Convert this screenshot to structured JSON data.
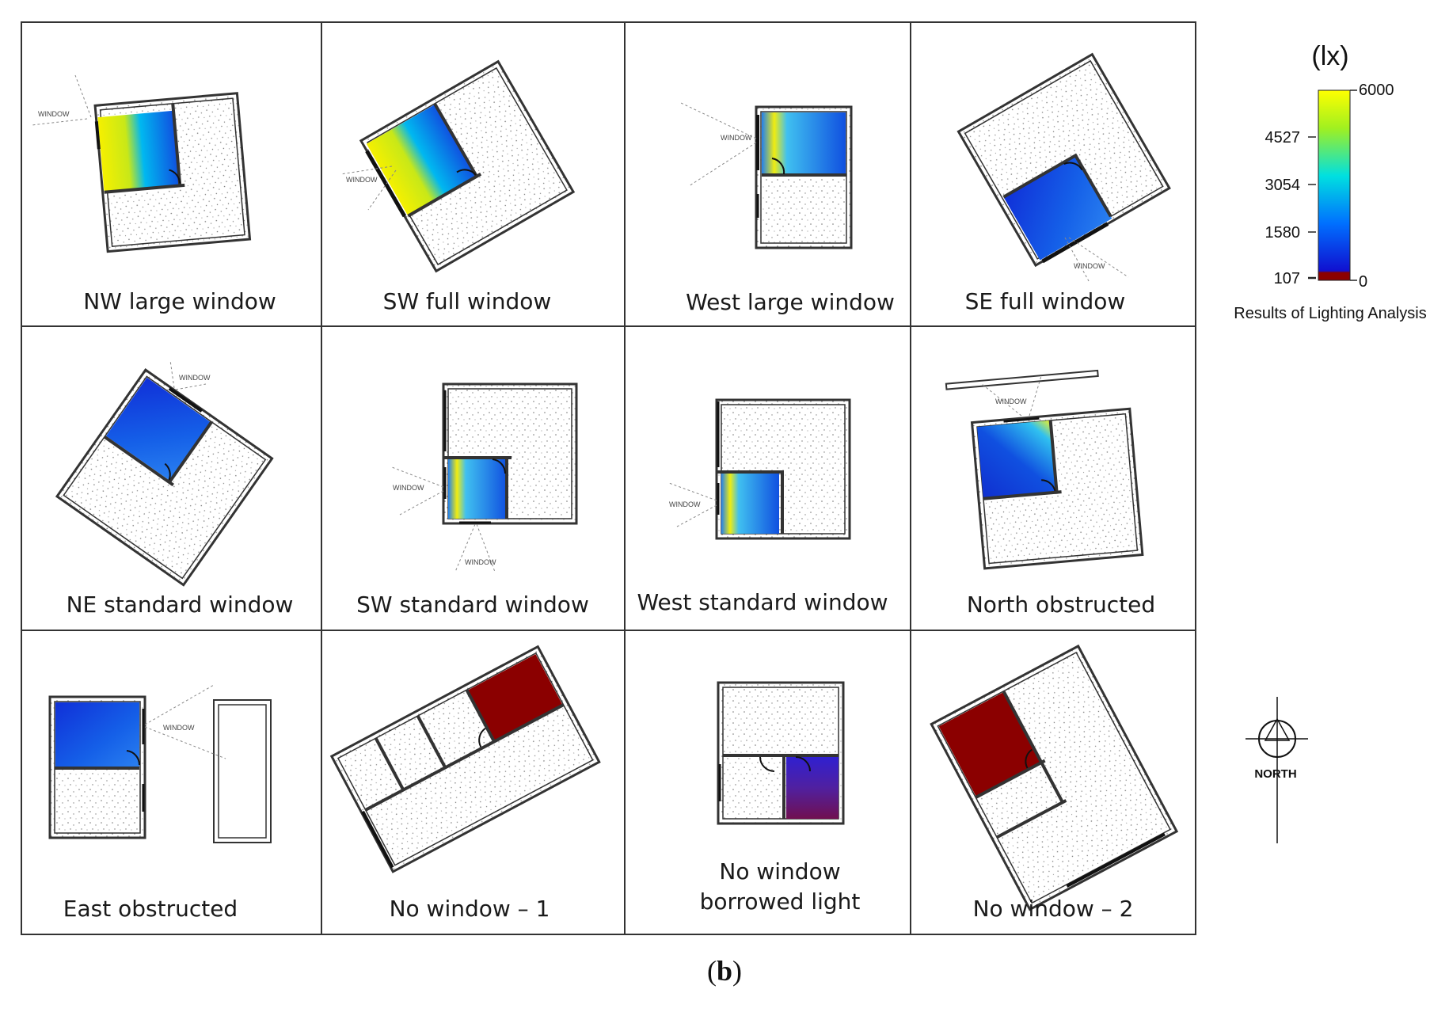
{
  "cells": [
    {
      "caption": "NW large window",
      "window_label": "WINDOW",
      "fill": "bright"
    },
    {
      "caption": "SW full window",
      "window_label": "WINDOW",
      "fill": "bright"
    },
    {
      "caption": "West large window",
      "window_label": "WINDOW",
      "fill": "medium"
    },
    {
      "caption": "SE full window",
      "window_label": "WINDOW",
      "fill": "blue"
    },
    {
      "caption": "NE standard window",
      "window_label": "WINDOW",
      "fill": "blue"
    },
    {
      "caption": "SW standard window",
      "window_label": "WINDOW",
      "fill": "medium"
    },
    {
      "caption": "West standard window",
      "window_label": "WINDOW",
      "fill": "medium"
    },
    {
      "caption": "North obstructed",
      "window_label": "WINDOW",
      "fill": "blue"
    },
    {
      "caption": "East obstructed",
      "window_label": "WINDOW",
      "fill": "blue"
    },
    {
      "caption": "No window – 1",
      "window_label": "",
      "fill": "dark"
    },
    {
      "caption_line1": "No window",
      "caption_line2": "borrowed light",
      "window_label": "",
      "fill": "purple"
    },
    {
      "caption": "No window – 2",
      "window_label": "",
      "fill": "dark"
    }
  ],
  "legend": {
    "unit": "(lx)",
    "ticks": [
      "6000",
      "4527",
      "3054",
      "1580",
      "107",
      "0"
    ],
    "title": "Results of Lighting Analysis",
    "colors": [
      "#ffff00",
      "#a0f020",
      "#00e0e0",
      "#0070ff",
      "#1010d0",
      "#8b0000"
    ]
  },
  "compass": {
    "label": "NORTH"
  },
  "figure_label": "b"
}
